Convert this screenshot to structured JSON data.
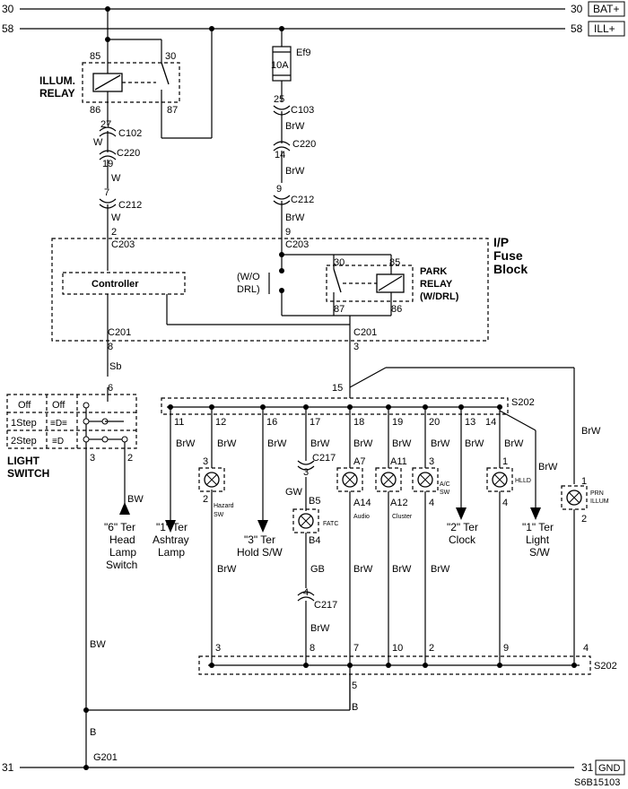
{
  "rails": {
    "bat_num": "30",
    "bat_tag": "BAT+",
    "ill_num": "58",
    "ill_tag": "ILL+",
    "gnd_num": "31",
    "gnd_tag": "GND",
    "figure_code": "S6B15103"
  },
  "illum_relay": {
    "label1": "ILLUM.",
    "label2": "RELAY",
    "pin_85": "85",
    "pin_30": "30",
    "pin_86": "86",
    "pin_87": "87"
  },
  "left_path": {
    "c102_pin": "27",
    "c102": "C102",
    "w1": "W",
    "c220_pin": "19",
    "c220": "C220",
    "w2": "W",
    "c212_pin": "7",
    "c212": "C212",
    "w3": "W",
    "c203_pin": "2",
    "c203": "C203",
    "c201": "C201",
    "c201_pin": "8",
    "sb": "Sb",
    "sw_pin": "6"
  },
  "right_path": {
    "fuse_name": "Ef9",
    "fuse_rating": "10A",
    "c103_pin": "25",
    "c103": "C103",
    "brw1": "BrW",
    "c220_pin": "14",
    "c220": "C220",
    "brw2": "BrW",
    "c212_pin": "9",
    "c212": "C212",
    "brw3": "BrW",
    "c203_pin": "9",
    "c203": "C203",
    "c201": "C201",
    "c201_pin": "3"
  },
  "fuse_block": {
    "title1": "I/P",
    "title2": "Fuse",
    "title3": "Block",
    "controller": "Controller",
    "wo_drl1": "(W/O",
    "wo_drl2": "DRL)"
  },
  "park_relay": {
    "label1": "PARK",
    "label2": "RELAY",
    "label3": "(W/DRL)",
    "pin_30": "30",
    "pin_85": "85",
    "pin_87": "87",
    "pin_86": "86"
  },
  "light_switch": {
    "off1": "Off",
    "off2": "Off",
    "step1": "1Step",
    "step2": "2Step",
    "title1": "LIGHT",
    "title2": "SWITCH",
    "pin_3": "3",
    "pin_2": "2",
    "bw": "BW",
    "ter1": "\"6\" Ter",
    "ter2": "Head",
    "ter3": "Lamp",
    "ter4": "Switch"
  },
  "splice_top": {
    "name": "S202",
    "pin_15": "15",
    "pins": [
      "11",
      "12",
      "16",
      "17",
      "18",
      "19",
      "20",
      "13",
      "14"
    ]
  },
  "wire_colors_upper": {
    "p11": "BrW",
    "p12": "BrW",
    "p16": "BrW",
    "p17": "BrW",
    "p18": "BrW",
    "p19": "BrW",
    "p20": "BrW",
    "p13": "BrW",
    "p14": "BrW",
    "p14b": "BrW",
    "prn": "BrW"
  },
  "loads": {
    "ashtray1": "\"1\" Ter",
    "ashtray2": "Ashtray",
    "ashtray3": "Lamp",
    "hold1": "\"3\" Ter",
    "hold2": "Hold S/W",
    "clock1": "\"2\" Ter",
    "clock2": "Clock",
    "light1": "\"1\" Ter",
    "light2": "Light",
    "light3": "S/W",
    "hazard_top": "3",
    "hazard_bot": "2",
    "hazard_name1": "Hazard",
    "hazard_name2": "SW",
    "c217_top_pin": "3",
    "c217_top": "C217",
    "gw": "GW",
    "fatc_top": "B5",
    "fatc_bot": "B4",
    "fatc_name": "FATC",
    "gb": "GB",
    "c217_bot_pin": "4",
    "c217_bot": "C217",
    "brw_fatc": "BrW",
    "audio_top": "A7",
    "audio_bot": "A14",
    "audio_name": "Audio",
    "cluster_top": "A11",
    "cluster_bot": "A12",
    "cluster_name": "Cluster",
    "ac_top": "3",
    "ac_bot": "4",
    "ac_name1": "A/C",
    "ac_name2": "SW",
    "hlld_top": "1",
    "hlld_bot": "4",
    "hlld_name": "HLLD",
    "prn_top": "1",
    "prn_bot": "2",
    "prn_name1": "PRN",
    "prn_name2": "ILLUM"
  },
  "wire_colors_lower": {
    "hazard": "BrW",
    "audio": "BrW",
    "cluster": "BrW",
    "ac": "BrW"
  },
  "splice_bottom": {
    "name": "S202",
    "pins": [
      "3",
      "8",
      "7",
      "10",
      "2",
      "9",
      "4"
    ],
    "out_pin": "5",
    "out_color": "B"
  },
  "ground": {
    "bw": "BW",
    "b": "B",
    "name": "G201"
  }
}
